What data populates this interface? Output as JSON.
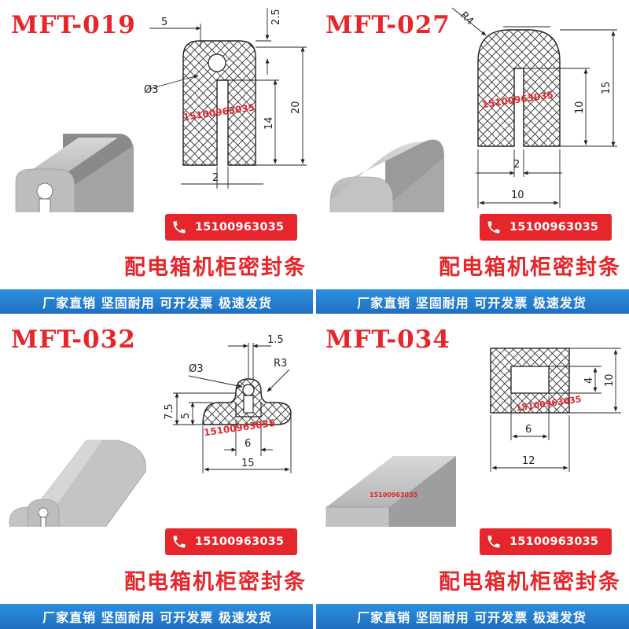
{
  "slogan": "厂家直销 坚固耐用 可开发票 极速发货",
  "product_name": "配电箱机柜密封条",
  "phone": "15100963035",
  "watermark": "15100963035",
  "icons": {
    "phone": "phone-icon"
  },
  "colors": {
    "red": "#e5262b",
    "blue": "#1f6ec0",
    "profile": "#b7b7b7"
  },
  "panels": [
    {
      "code": "MFT-019",
      "dims": [
        "5",
        "2.5",
        "Ø3",
        "20",
        "14",
        "2"
      ]
    },
    {
      "code": "MFT-027",
      "dims": [
        "R4",
        "15",
        "10",
        "2",
        "10"
      ]
    },
    {
      "code": "MFT-032",
      "dims": [
        "1.5",
        "Ø3",
        "R3",
        "7.5",
        "5",
        "6",
        "15"
      ]
    },
    {
      "code": "MFT-034",
      "dims": [
        "10",
        "4",
        "6",
        "12"
      ]
    }
  ]
}
